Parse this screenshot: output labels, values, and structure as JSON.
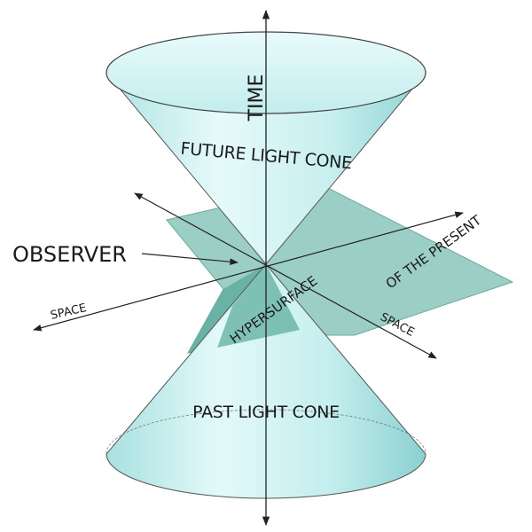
{
  "labels": {
    "time": "TIME",
    "future_cone": "FUTURE LIGHT CONE",
    "observer": "OBSERVER",
    "space_left": "SPACE",
    "space_right": "SPACE",
    "hypersurface": "HYPERSURFACE",
    "of_the_present": "OF  THE  PRESENT",
    "past_cone": "PAST LIGHT CONE"
  },
  "colors": {
    "cone_fill_light": "#dff7f6",
    "cone_fill_dark": "#9edcdc",
    "plane_fill": "#76bfb2",
    "line": "#333333"
  }
}
